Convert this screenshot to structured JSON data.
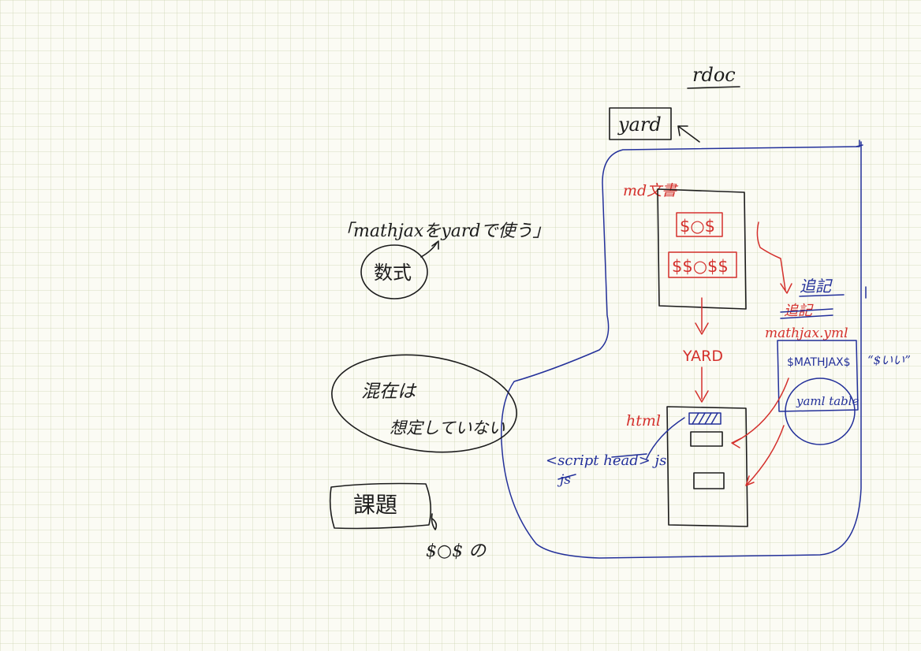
{
  "labels": {
    "rdoc": "rdoc",
    "yard_box": "yard",
    "md_doc": "md文書",
    "inline_math": "$○$",
    "display_math": "$$○$$",
    "yard_process": "YARD",
    "html": "html",
    "script_js": "<script head> js",
    "script_js_strike": "js",
    "tsuiki": "追記",
    "tsuiki_strike": "追記",
    "mathjax_yml": "mathjax.yml",
    "mathjax_var": "$MATHJAX$",
    "yaml_table": "yaml table",
    "note_right": "“$いい”",
    "title_left": "「mathjaxをyardで使う」",
    "suushiki": "数式",
    "konzai_line1": "混在は",
    "konzai_line2": "想定していない",
    "kadai": "課題",
    "kadai_note": "$○$ の"
  },
  "colors": {
    "ink_black": "#1c1c1c",
    "ink_red": "#d4302c",
    "ink_blue": "#23309a",
    "paper": "#fbfbf4"
  }
}
